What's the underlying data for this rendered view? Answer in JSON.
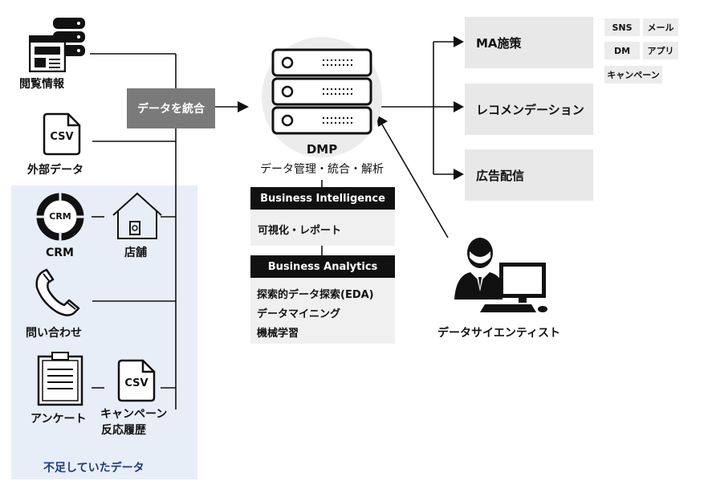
{
  "sources": {
    "browsing": "閲覧情報",
    "external": "外部データ",
    "crm": "CRM",
    "store": "店舗",
    "inquiry": "問い合わせ",
    "survey": "アンケート",
    "campaign_line1": "キャンペーン",
    "campaign_line2": "反応履歴",
    "missing_caption": "不足していたデータ"
  },
  "icons": {
    "csv_label": "CSV",
    "csv_label_2": "CSV",
    "crm_ring_label": "CRM"
  },
  "integrate_label": "データを統合",
  "dmp": {
    "title": "DMP",
    "subtitle": "データ管理・統合・解析"
  },
  "bi": {
    "header": "Business Intelligence",
    "items": [
      "可視化・レポート"
    ]
  },
  "ba": {
    "header": "Business Analytics",
    "items": [
      "探索的データ探索(EDA)",
      "データマイニング",
      "機械学習"
    ]
  },
  "actions": [
    "MA施策",
    "レコメンデーション",
    "広告配信"
  ],
  "tags": [
    "SNS",
    "メール",
    "DM",
    "アプリ",
    "キャンペーン"
  ],
  "scientist": "データサイエンティスト"
}
